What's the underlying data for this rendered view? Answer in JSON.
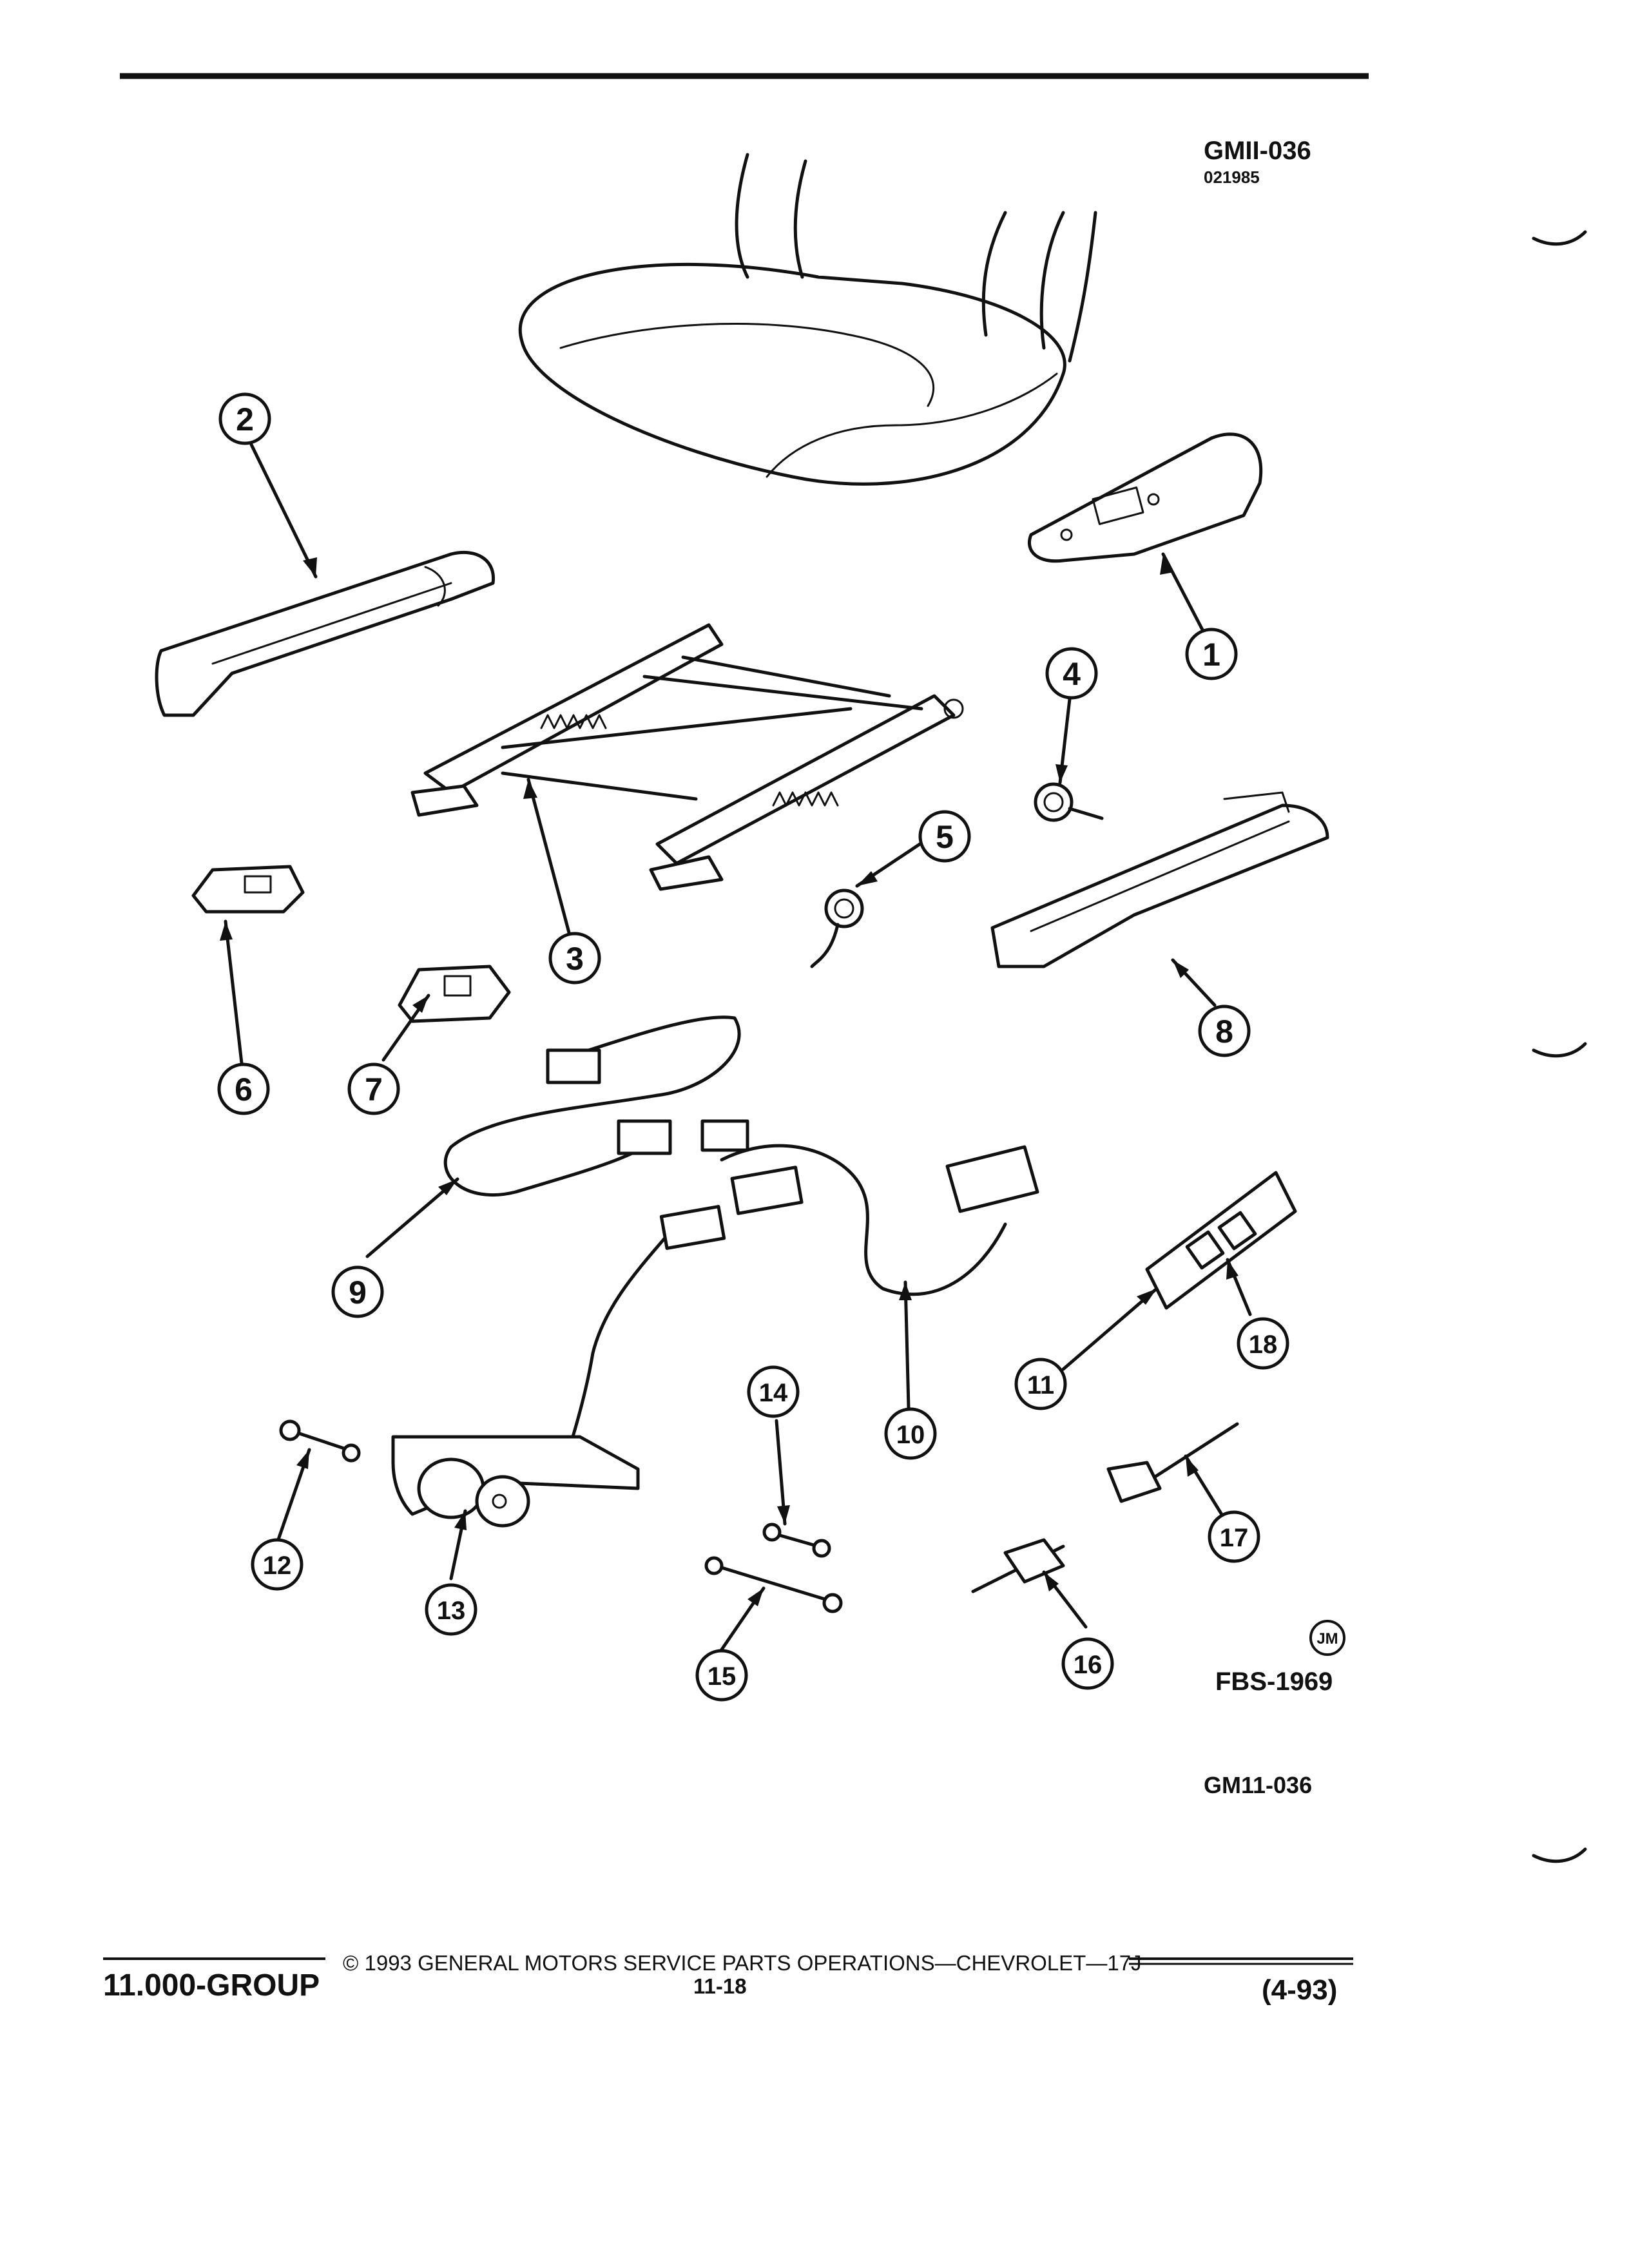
{
  "header": {
    "drawing_code": "GMII-036",
    "date_code": "021985"
  },
  "figure": {
    "artist_mark": "JM",
    "figure_code": "FBS-1969",
    "drawing_ref": "GM11-036"
  },
  "callouts": [
    "1",
    "2",
    "3",
    "4",
    "5",
    "6",
    "7",
    "8",
    "9",
    "10",
    "11",
    "12",
    "13",
    "14",
    "15",
    "16",
    "17",
    "18"
  ],
  "footer": {
    "group": "11.000-GROUP",
    "copyright": "© 1993 GENERAL MOTORS SERVICE PARTS OPERATIONS—CHEVROLET—17J",
    "page_number": "11-18",
    "revision": "(4-93)"
  }
}
